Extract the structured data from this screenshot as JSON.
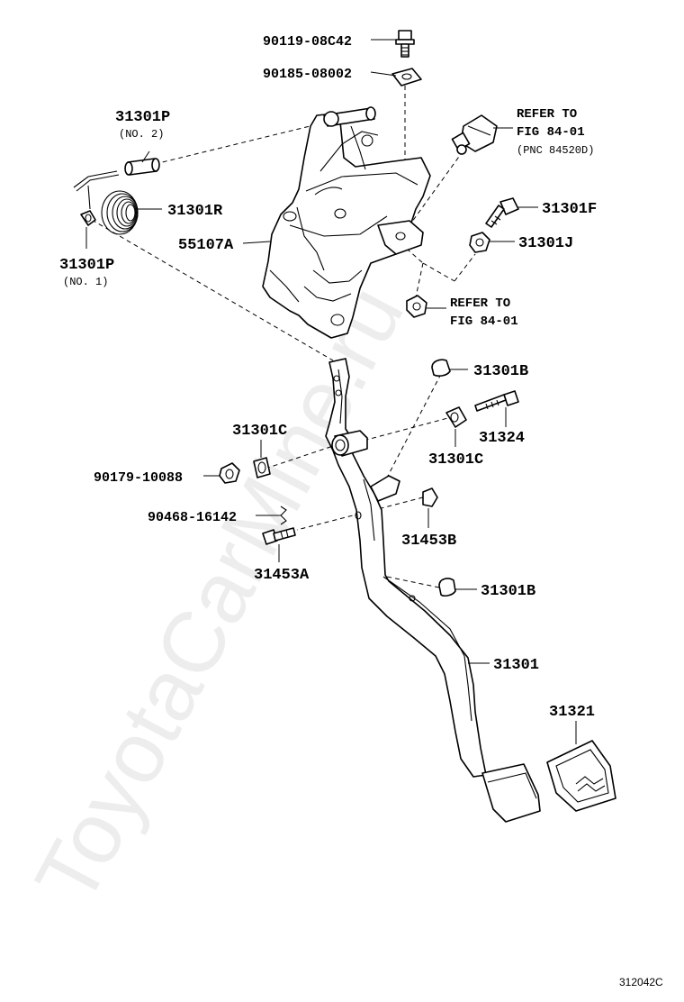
{
  "watermark": "ToyotaCarMine.ru",
  "figure_id": "312042C",
  "labels": {
    "p90119": "90119-08C42",
    "p90185": "90185-08002",
    "p31301P_top": "31301P",
    "p31301P_top_sub": "(NO. 2)",
    "p31301R": "31301R",
    "p31301P_bot": "31301P",
    "p31301P_bot_sub": "(NO. 1)",
    "p55107A": "55107A",
    "ref1_line1": "REFER TO",
    "ref1_line2": "FIG 84-01",
    "ref1_line3": "(PNC 84520D)",
    "p31301F": "31301F",
    "p31301J": "31301J",
    "ref2_line1": "REFER TO",
    "ref2_line2": "FIG 84-01",
    "p31301B_top": "31301B",
    "p31324": "31324",
    "p31301C_right": "31301C",
    "p31301C_left": "31301C",
    "p90179": "90179-10088",
    "p90468": "90468-16142",
    "p31453B": "31453B",
    "p31453A": "31453A",
    "p31301B_bot": "31301B",
    "p31301": "31301",
    "p31321": "31321"
  }
}
